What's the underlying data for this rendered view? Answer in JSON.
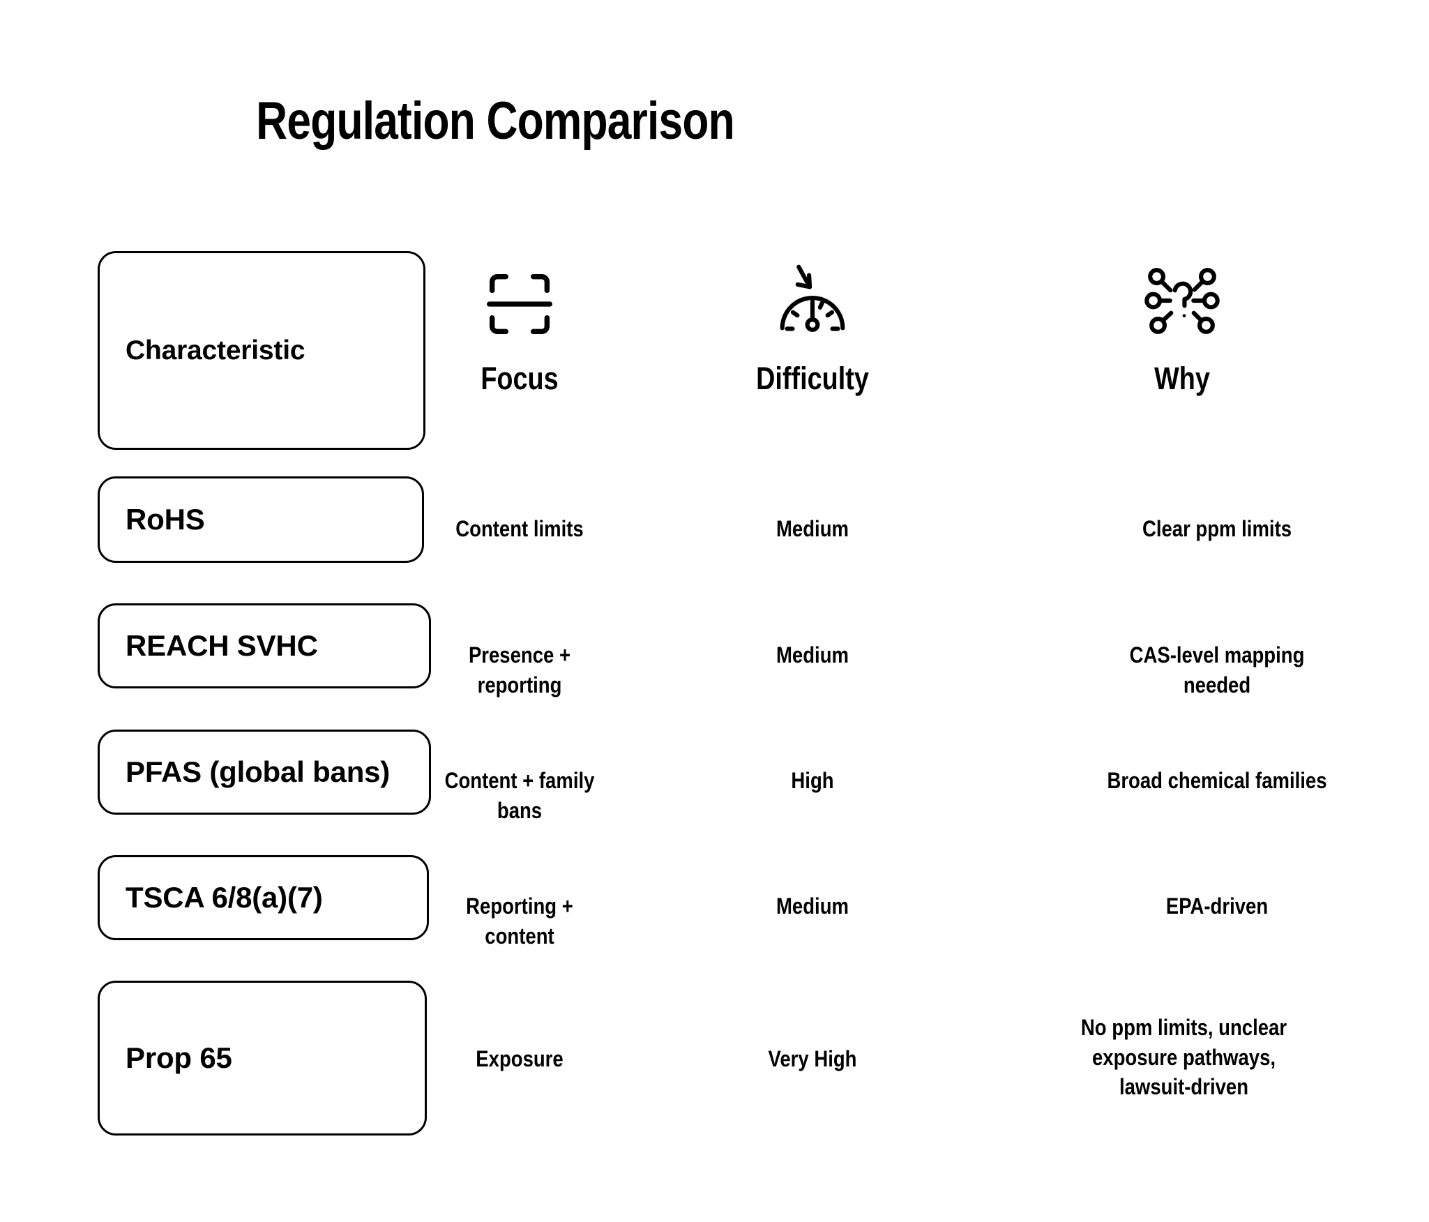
{
  "page": {
    "title": "Regulation Comparison",
    "background_color": "#ffffff",
    "foreground_color": "#000000"
  },
  "table": {
    "row_header_label": "Characteristic",
    "columns": [
      {
        "key": "focus",
        "label": "Focus",
        "icon": "scan-focus-icon"
      },
      {
        "key": "difficulty",
        "label": "Difficulty",
        "icon": "gauge-arrow-down-icon"
      },
      {
        "key": "why",
        "label": "Why",
        "icon": "question-network-icon"
      }
    ],
    "rows": [
      {
        "label": "RoHS",
        "focus": "Content limits",
        "difficulty": "Medium",
        "why": "Clear ppm limits"
      },
      {
        "label": "REACH SVHC",
        "focus": "Presence + reporting",
        "difficulty": "Medium",
        "why": "CAS-level mapping needed"
      },
      {
        "label": "PFAS (global bans)",
        "focus": "Content + family bans",
        "difficulty": "High",
        "why": "Broad chemical families"
      },
      {
        "label": "TSCA 6/8(a)(7)",
        "focus": "Reporting + content",
        "difficulty": "Medium",
        "why": "EPA-driven"
      },
      {
        "label": "Prop 65",
        "focus": "Exposure",
        "difficulty": "Very High",
        "why": "No ppm limits, unclear exposure pathways, lawsuit-driven"
      }
    ]
  }
}
